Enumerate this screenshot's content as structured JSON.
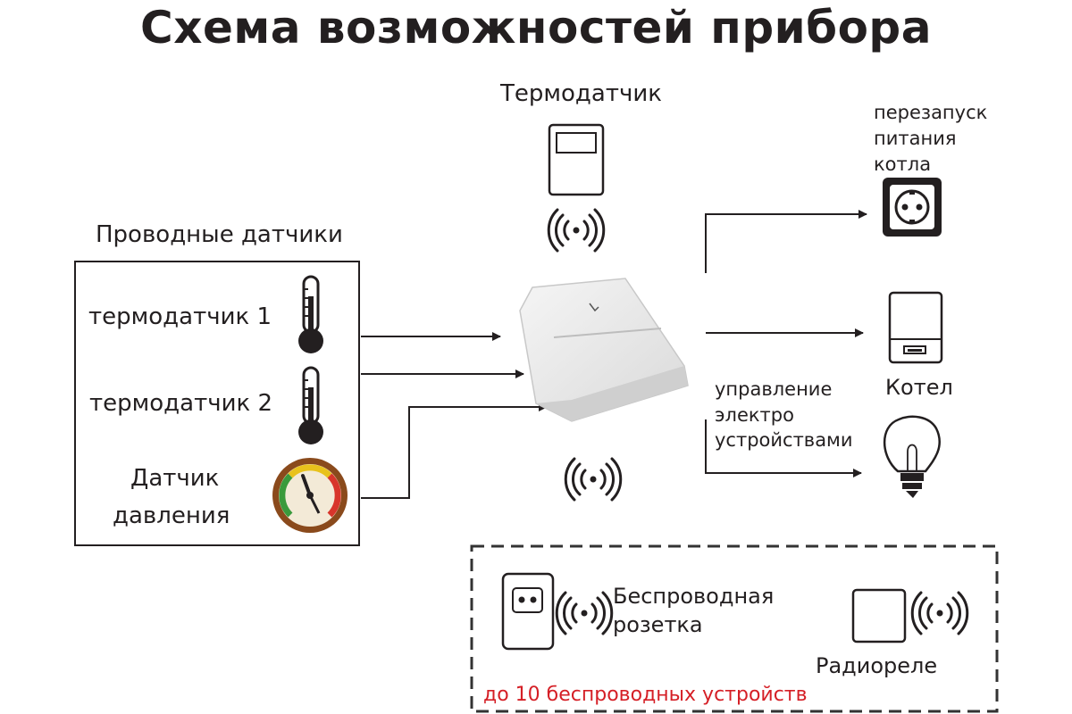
{
  "title": "Схема возможностей прибора",
  "labels": {
    "thermo_top": "Термодатчик",
    "wired_sensors": "Проводные датчики",
    "sensor1": "термодатчик 1",
    "sensor2": "термодатчик 2",
    "pressure_line1": "Датчик",
    "pressure_line2": "давления",
    "restart_line1": "перезапуск",
    "restart_line2": "питания",
    "restart_line3": "котла",
    "boiler": "Котел",
    "control_line1": "управление",
    "control_line2": "электро",
    "control_line3": "устройствами",
    "socket_line1": "Беспроводная",
    "socket_line2": "розетка",
    "relay": "Радиореле",
    "wireless_limit": "до 10 беспроводных устройств"
  },
  "icons": [
    "wall-thermostat-icon",
    "wireless-signal-icon",
    "thermometer-icon",
    "pressure-gauge-icon",
    "controller-device-icon",
    "power-outlet-icon",
    "boiler-icon",
    "light-bulb-icon",
    "wireless-socket-icon",
    "radio-relay-icon"
  ],
  "colors": {
    "text": "#231f20",
    "accent_red": "#d51f26",
    "gauge_rim": "#8a4a1c",
    "gauge_green": "#3a9a3c",
    "gauge_yellow": "#e8c21c",
    "gauge_red": "#d8352b"
  }
}
